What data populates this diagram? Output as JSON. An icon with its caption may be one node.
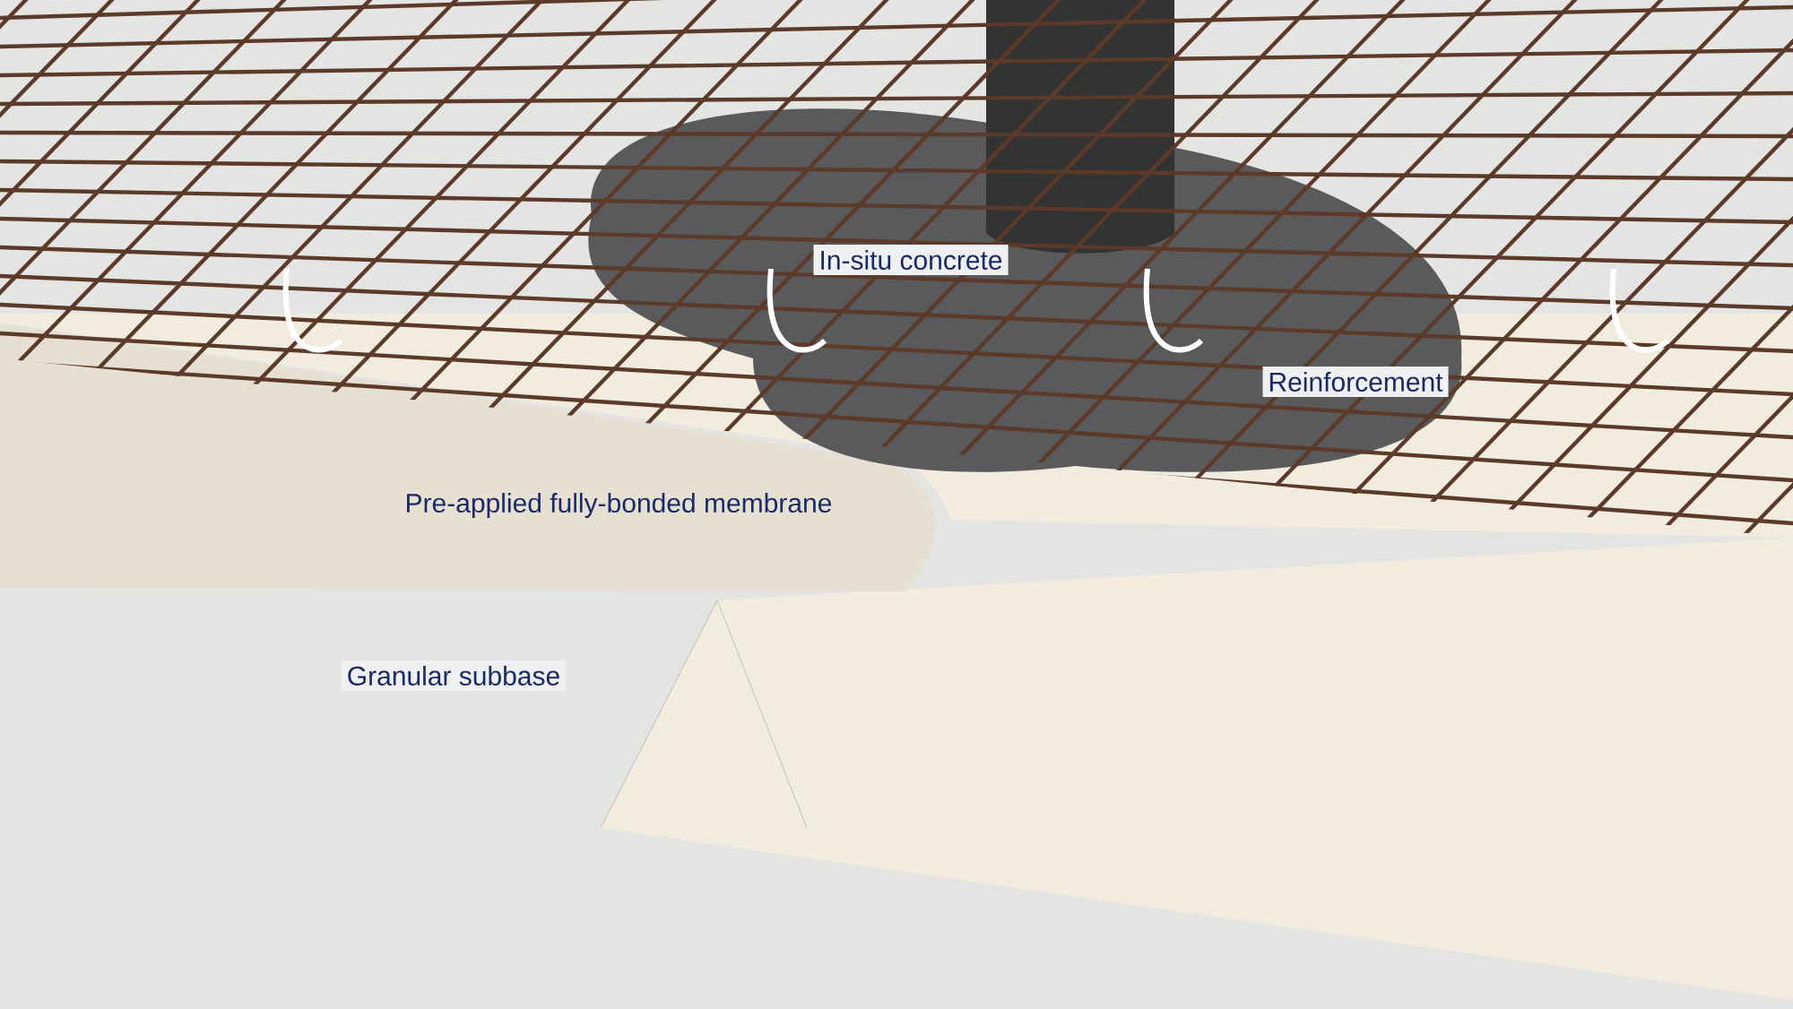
{
  "diagram": {
    "labels": [
      "In-situ concrete",
      "Reinforcement",
      "Pre-applied fully-bonded membrane",
      "Granular subbase"
    ]
  }
}
